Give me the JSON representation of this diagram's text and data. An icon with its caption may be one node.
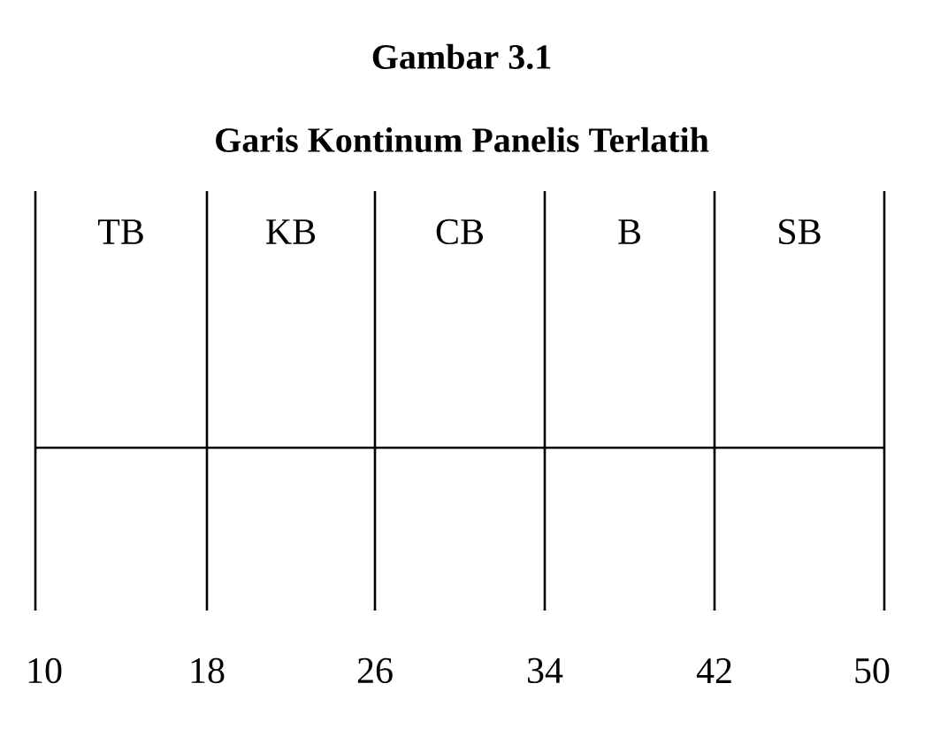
{
  "diagram": {
    "title": "Gambar 3.1",
    "caption": "Garis Kontinum Panelis Terlatih",
    "labels": [
      "TB",
      "KB",
      "CB",
      "B",
      "SB",
      "10",
      "18",
      "26",
      "34",
      "42",
      "50"
    ]
  }
}
